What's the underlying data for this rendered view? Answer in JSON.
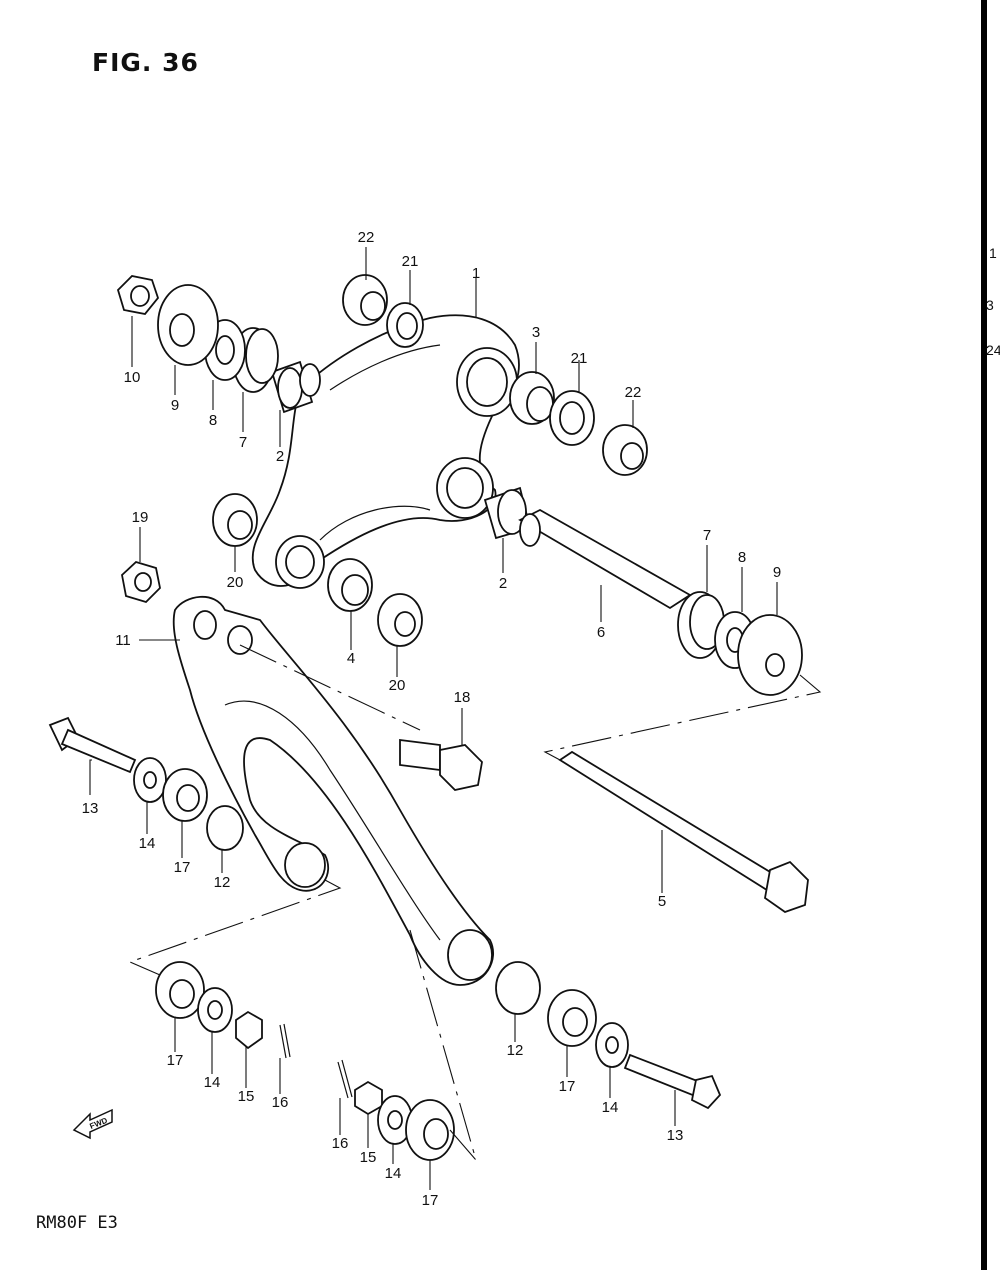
{
  "figure": {
    "title": "FIG. 36",
    "model_code": "RM80F  E3",
    "fwd_arrow_label": "FWD"
  },
  "callouts": {
    "c1": "1",
    "c2a": "2",
    "c2b": "2",
    "c3": "3",
    "c4": "4",
    "c5": "5",
    "c6": "6",
    "c7a": "7",
    "c7b": "7",
    "c8a": "8",
    "c8b": "8",
    "c9a": "9",
    "c9b": "9",
    "c10": "10",
    "c11": "11",
    "c12a": "12",
    "c12b": "12",
    "c13a": "13",
    "c13b": "13",
    "c14a": "14",
    "c14b": "14",
    "c14c": "14",
    "c14d": "14",
    "c15a": "15",
    "c15b": "15",
    "c16a": "16",
    "c16b": "16",
    "c17a": "17",
    "c17b": "17",
    "c17c": "17",
    "c17d": "17",
    "c18": "18",
    "c19": "19",
    "c20a": "20",
    "c20b": "20",
    "c21a": "21",
    "c21b": "21",
    "c22a": "22",
    "c22b": "22"
  },
  "edge_fragments": {
    "e1": "1",
    "e2": "3",
    "e3": "24"
  }
}
